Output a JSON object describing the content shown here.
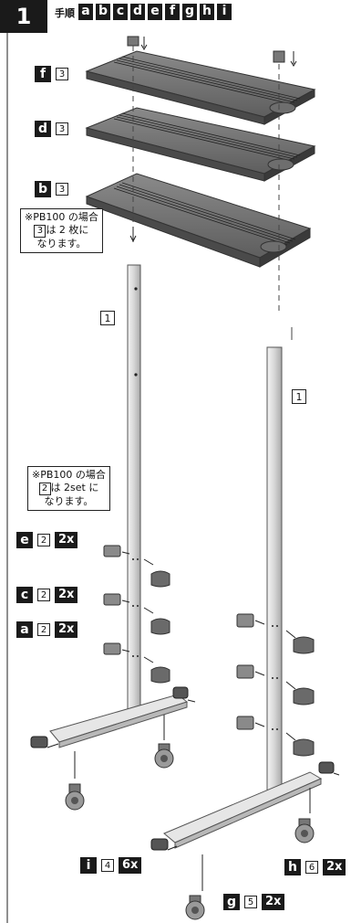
{
  "header": {
    "step_number": "1",
    "procedure_label": "手順",
    "letters": [
      "a",
      "b",
      "c",
      "d",
      "e",
      "f",
      "g",
      "h",
      "i"
    ]
  },
  "shelves": [
    {
      "letter": "f",
      "qty_box": "3"
    },
    {
      "letter": "d",
      "qty_box": "3"
    },
    {
      "letter": "b",
      "qty_box": "3"
    }
  ],
  "note_shelf": {
    "prefix": "※PB100 の場合",
    "box": "3",
    "suffix": "は 2 枚に",
    "line3": "なります。"
  },
  "note_pole": {
    "prefix": "※PB100 の場合",
    "box": "2",
    "suffix": "は 2set に",
    "line3": "なります。"
  },
  "pole_labels": [
    "1",
    "1"
  ],
  "brackets": [
    {
      "letter": "e",
      "qty_box": "2",
      "count": "2x"
    },
    {
      "letter": "c",
      "qty_box": "2",
      "count": "2x"
    },
    {
      "letter": "a",
      "qty_box": "2",
      "count": "2x"
    }
  ],
  "parts": [
    {
      "letter": "i",
      "qty_box": "4",
      "count": "6x"
    },
    {
      "letter": "h",
      "qty_box": "6",
      "count": "2x"
    },
    {
      "letter": "g",
      "qty_box": "5",
      "count": "2x"
    }
  ]
}
